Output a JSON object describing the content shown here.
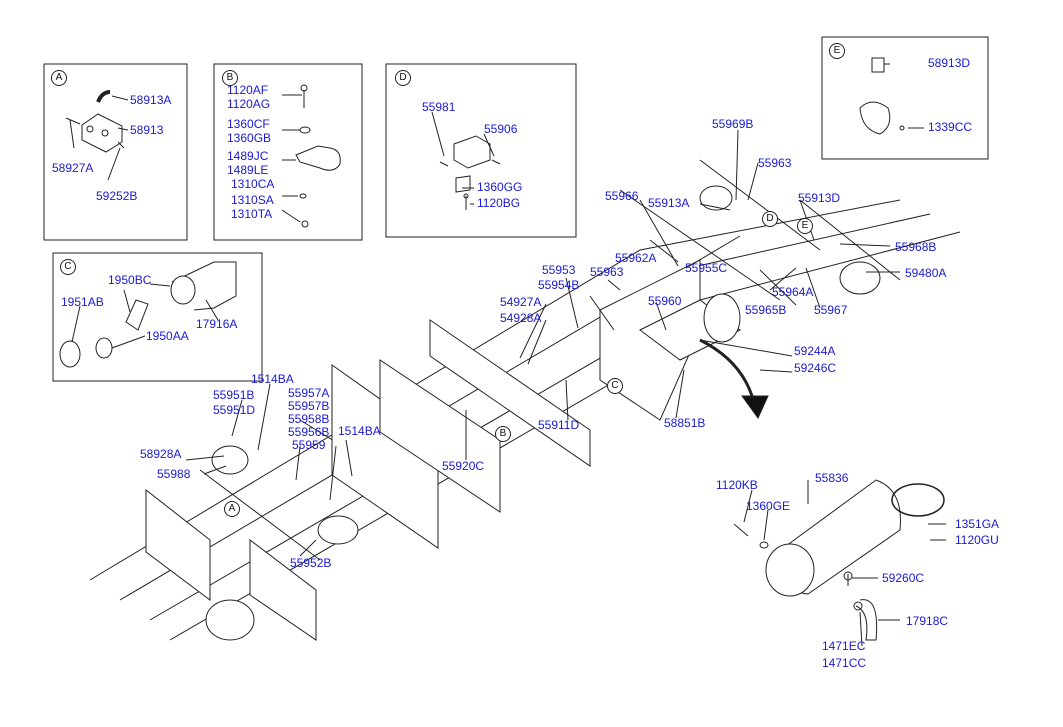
{
  "callouts": {
    "a": "A",
    "b": "B",
    "c": "C",
    "d": "D",
    "e": "E"
  },
  "box_a": [
    "58913A",
    "58913",
    "58927A",
    "59252B"
  ],
  "box_b": [
    "1120AF",
    "1120AG",
    "1360CF",
    "1360GB",
    "1489JC",
    "1489LE",
    "1310CA",
    "1310SA",
    "1310TA"
  ],
  "box_c": [
    "1950BC",
    "1951AB",
    "17916A",
    "1950AA"
  ],
  "box_d": [
    "55981",
    "55906",
    "1360GG",
    "1120BG"
  ],
  "box_e": [
    "58913D",
    "1339CC"
  ],
  "frame_labels": [
    "55969B",
    "55963",
    "55966",
    "55913A",
    "55913D",
    "55968B",
    "59480A",
    "55962A",
    "55963",
    "55955C",
    "55953",
    "55954B",
    "55964A",
    "55965B",
    "55967",
    "54927A",
    "54928A",
    "55960",
    "59244A",
    "59246C",
    "55911D",
    "58851B",
    "55920C",
    "1514BA",
    "55951B",
    "55951D",
    "55957A",
    "55957B",
    "55958B",
    "55956B",
    "55959",
    "1514BA",
    "58928A",
    "55988",
    "55952B"
  ],
  "tank_labels": [
    "1120KB",
    "55836",
    "1360GE",
    "1351GA",
    "1120GU",
    "59260C",
    "17918C",
    "1471EC",
    "1471CC"
  ]
}
